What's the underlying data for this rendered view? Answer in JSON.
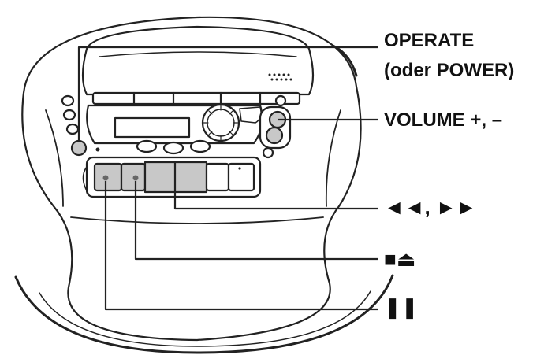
{
  "labels": {
    "operate": "OPERATE",
    "operate_alt": "(oder POWER)",
    "volume": "VOLUME +, –",
    "ff_rew": "◄◄, ►►",
    "stop_eject": "■⏏",
    "pause": "❚❚"
  },
  "colors": {
    "line": "#222222",
    "highlight": "#c8c8c8",
    "fill": "#ffffff"
  }
}
